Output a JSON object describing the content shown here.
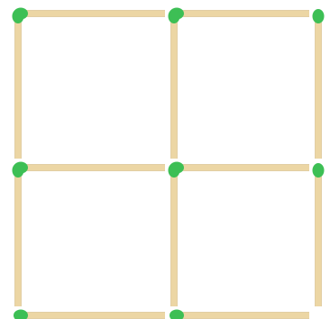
{
  "puzzle": {
    "grid_rows": 2,
    "grid_cols": 2,
    "matchstick_count": 12,
    "stick_color": "#ecd6a4",
    "stick_edge_color": "#d8bd86",
    "head_color": "#3dbf55",
    "background_color": "#ffffff"
  }
}
